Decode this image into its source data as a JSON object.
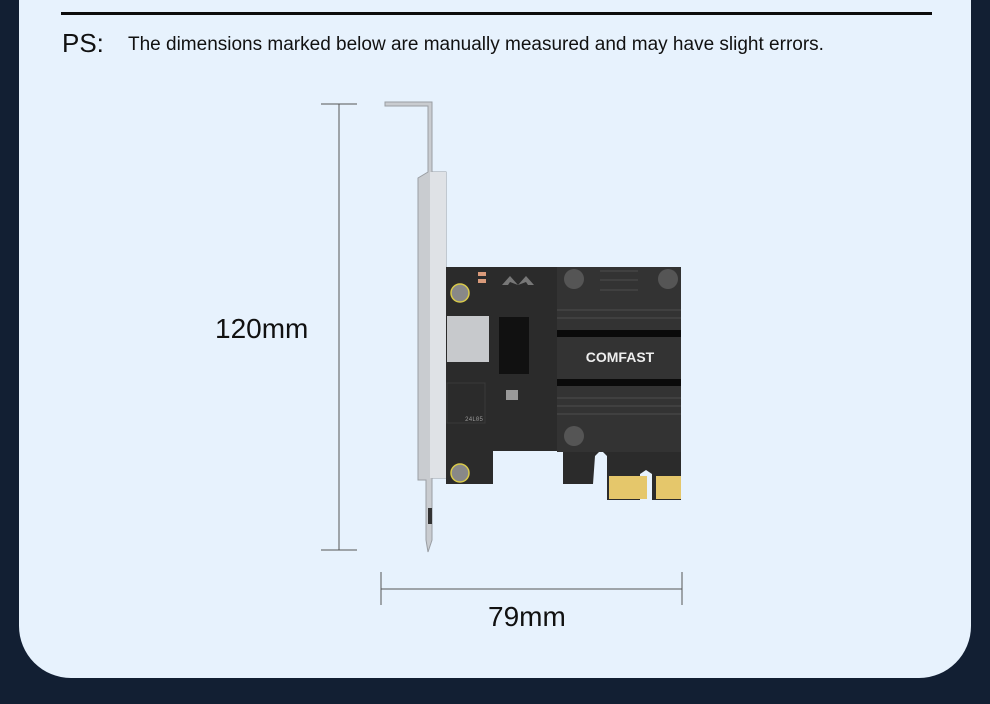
{
  "header": {
    "ps_label": "PS:",
    "note": "The dimensions marked below are manually measured and may have slight errors."
  },
  "dimensions": {
    "height": "120mm",
    "width": "79mm"
  },
  "product": {
    "brand": "COMFAST",
    "chip_label": "24L05"
  },
  "colors": {
    "background": "#121f33",
    "panel": "#e7f2fd",
    "pcb": "#2b2b2b"
  }
}
